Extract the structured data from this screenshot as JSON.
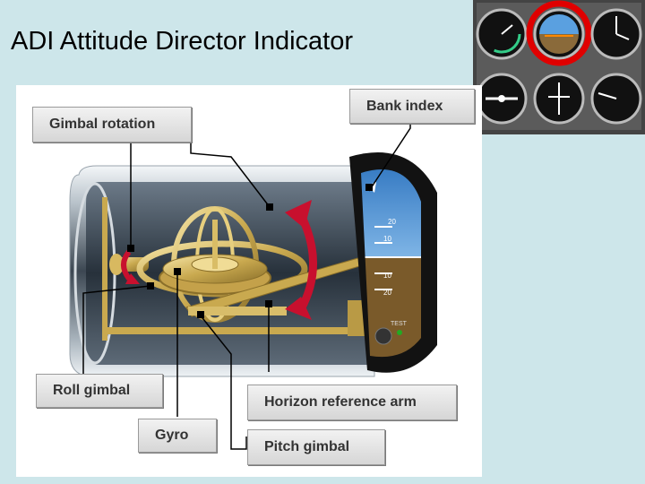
{
  "slide": {
    "title": "ADI Attitude Director Indicator"
  },
  "callouts": {
    "gimbal_rotation": "Gimbal rotation",
    "bank_index": "Bank index",
    "roll_gimbal": "Roll gimbal",
    "horizon_reference_arm": "Horizon reference arm",
    "gyro": "Gyro",
    "pitch_gimbal": "Pitch gimbal"
  },
  "instrument_face": {
    "pitch_marks": [
      "20",
      "10",
      "10",
      "20"
    ],
    "test_label": "TEST"
  },
  "colors": {
    "slide_background": "#cde6ea",
    "sky": "#4a8fd0",
    "ground": "#7a5a2a",
    "rotation_arrow": "#c8102e",
    "highlight_ring": "#e00000"
  }
}
